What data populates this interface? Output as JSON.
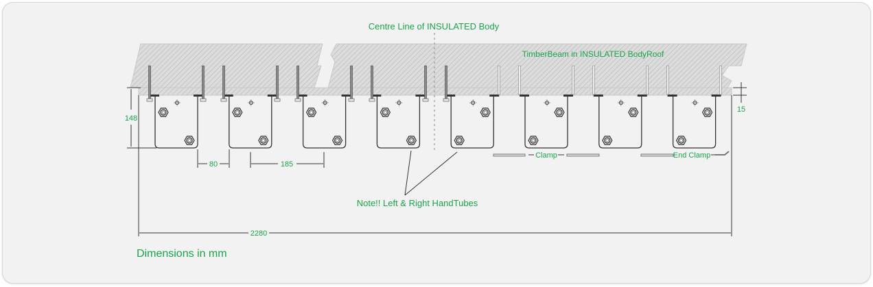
{
  "labels": {
    "centre_line": "Centre Line of INSULATED Body",
    "timber_beam": "TimberBeam in INSULATED BodyRoof",
    "note": "Note!! Left & Right HandTubes",
    "clamp": "Clamp",
    "end_clamp": "End Clamp",
    "units": "Dimensions in mm"
  },
  "dimensions": {
    "height": "148",
    "gap": "80",
    "pitch": "185",
    "plate": "15",
    "total_length": "2280"
  },
  "brackets": {
    "count": 8,
    "left_hand": 4,
    "right_hand": 4
  },
  "colors": {
    "accent": "#1aa34a",
    "line": "#3a3a3a",
    "background": "#f2f2f2"
  }
}
